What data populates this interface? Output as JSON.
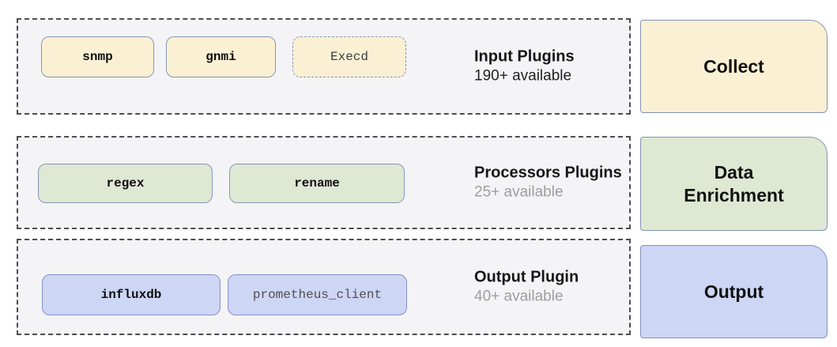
{
  "diagram": {
    "rows": [
      {
        "title": "Input Plugins",
        "subtitle": "190+ available",
        "plugins": [
          {
            "label": "snmp"
          },
          {
            "label": "gnmi"
          },
          {
            "label": "Execd"
          }
        ],
        "stage": {
          "label": "Collect"
        },
        "colors": {
          "chip_fill": "#faf0d3",
          "chip_border": "#8696b4",
          "stage_fill": "#faf0d3",
          "subtitle_text": "#1f1f1f"
        }
      },
      {
        "title": "Processors Plugins",
        "subtitle": "25+ available",
        "plugins": [
          {
            "label": "regex"
          },
          {
            "label": "rename"
          }
        ],
        "stage": {
          "label": "Data\nEnrichment"
        },
        "colors": {
          "chip_fill": "#dfe8d3",
          "chip_border": "#8696b4",
          "stage_fill": "#dfe8d3",
          "subtitle_text": "#9e9e9e"
        }
      },
      {
        "title": "Output Plugin",
        "subtitle": "40+ available",
        "plugins": [
          {
            "label": "influxdb"
          },
          {
            "label": "prometheus_client"
          }
        ],
        "stage": {
          "label": "Output"
        },
        "colors": {
          "chip_fill": "#cdd6f5",
          "chip_border": "#8391c9",
          "stage_fill": "#cdd6f5",
          "subtitle_text": "#9e9e9e"
        }
      }
    ],
    "shared_colors": {
      "lane_background": "#f4f4f6",
      "lane_dashed_border": "#4d4d4d",
      "title_text": "#161616",
      "chip_text": "#0e0e0e",
      "ghost_chip_text": "#3d3d3d",
      "stage_border": "#8193b2"
    }
  }
}
